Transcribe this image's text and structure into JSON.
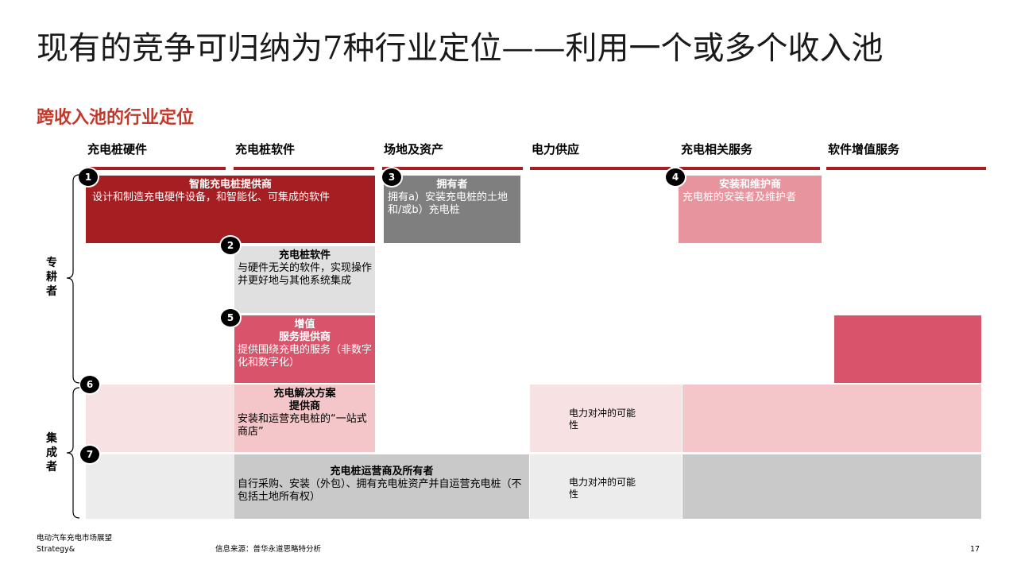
{
  "title": "现有的竞争可归纳为7种行业定位——利用一个或多个收入池",
  "subtitle": "跨收入池的行业定位",
  "columns": [
    "充电桩硬件",
    "充电桩软件",
    "场地及资产",
    "电力供应",
    "充电相关服务",
    "软件增值服务"
  ],
  "groups": {
    "specialist": "专\n耕\n者",
    "integrator": "集\n成\n者"
  },
  "roles": [
    {
      "num": "1",
      "title": "智能充电桩提供商",
      "desc": "设计和制造充电硬件设备，和智能化、可集成的软件"
    },
    {
      "num": "2",
      "title": "充电桩软件",
      "desc": "与硬件无关的软件，实现操作并更好地与其他系统集成"
    },
    {
      "num": "3",
      "title": "拥有者",
      "desc": "拥有a）安装充电桩的土地和/或b）充电桩"
    },
    {
      "num": "4",
      "title": "安装和维护商",
      "desc": "充电桩的安装者及维护者"
    },
    {
      "num": "5",
      "title": "增值\n服务提供商",
      "desc": "提供围绕充电的服务（非数字化和数字化）"
    },
    {
      "num": "6",
      "title": "充电解决方案\n提供商",
      "desc": "安装和运营充电桩的“一站式商店”"
    },
    {
      "num": "7",
      "title": "充电桩运营商及所有者",
      "desc": "自行采购、安装（外包）、拥有充电桩资产并自运营充电桩（不包括土地所有权）"
    }
  ],
  "power_hedge": "电力对冲的可能性",
  "footer": {
    "report": "电动汽车充电市场展望",
    "brand": "Strategy&",
    "source": "信息来源：普华永道思略特分析",
    "page": "17"
  },
  "colors": {
    "dark_red": "#a41e22",
    "grey": "#7f7f7f",
    "pink": "#e8949e",
    "light_grey": "#e0e0e0",
    "rose": "#d9536a",
    "pale_pink": "#f8e1e3",
    "mid_pink": "#f4c6c9",
    "mid_grey": "#c9c9c9",
    "pale_grey": "#ececec"
  }
}
